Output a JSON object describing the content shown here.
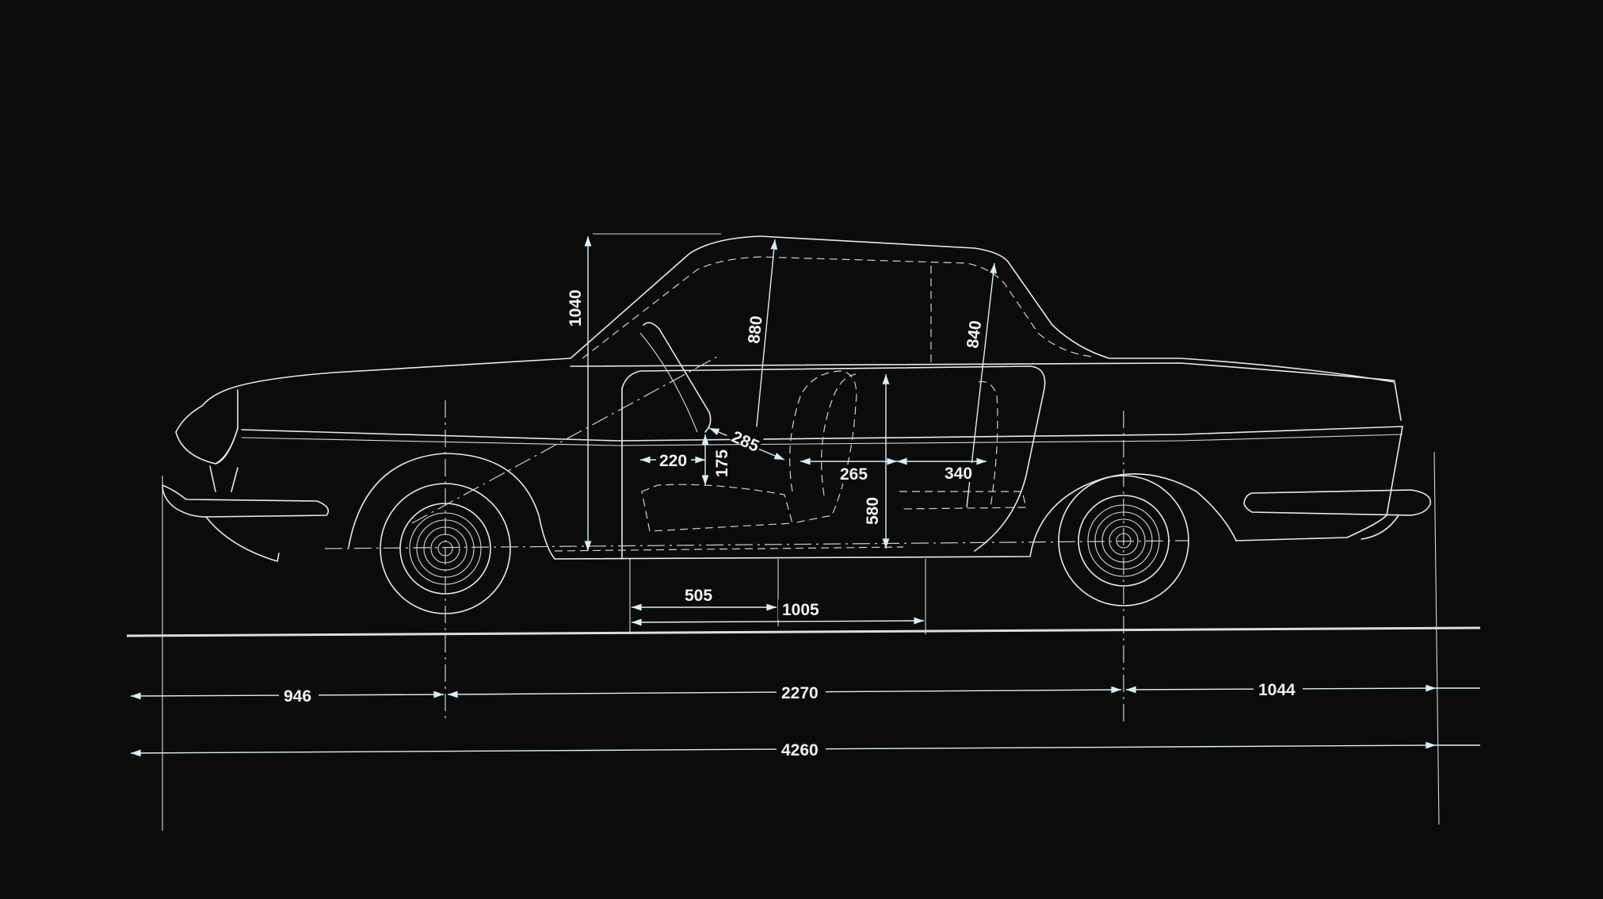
{
  "dimensions": {
    "front_overhang": "946",
    "wheelbase": "2270",
    "rear_overhang": "1044",
    "overall_length": "4260",
    "height_1040": "1040",
    "headroom_front": "880",
    "headroom_rear": "840",
    "dim_285": "285",
    "dim_220": "220",
    "dim_175": "175",
    "dim_265": "265",
    "dim_340": "340",
    "dim_580": "580",
    "dim_505": "505",
    "dim_1005": "1005"
  },
  "colors": {
    "background": "#0b0b0b",
    "line": "#e8e8e8",
    "dimension_line": "#d9eef6"
  }
}
